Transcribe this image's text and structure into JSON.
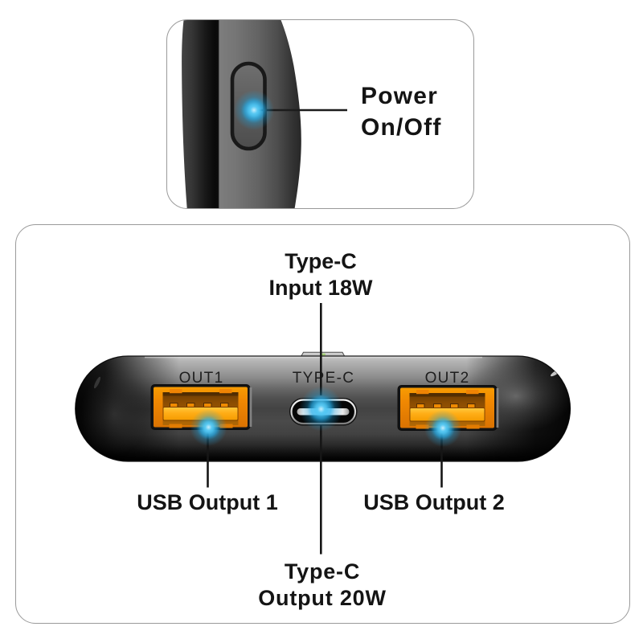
{
  "figure": {
    "type": "product-annotation-diagram",
    "subject": "dual USB power bank ports and power button"
  },
  "power_panel": {
    "callout": {
      "line1": "Power",
      "line2": "On/Off"
    },
    "led": "power-button-led"
  },
  "ports_panel": {
    "top_callout": {
      "line1": "Type-C",
      "line2": "Input 18W"
    },
    "bottom_callout": {
      "line1": "Type-C",
      "line2": "Output 20W"
    },
    "left_callout": "USB Output 1",
    "right_callout": "USB Output 2",
    "port_labels": {
      "left": "OUT1",
      "center": "TYPE-C",
      "right": "OUT2"
    }
  },
  "colors": {
    "background": "#ffffff",
    "card_border": "#9a9a9a",
    "text": "#141414",
    "annotation_line": "#1a1a1a",
    "led_glow_blue": "#2ab0ea",
    "usb_port_orange": "#f08900",
    "usb_tongue_orange": "#ffb424",
    "device_body_dark": "#1a1a1a",
    "charge_led_green": "#95cf5a"
  }
}
